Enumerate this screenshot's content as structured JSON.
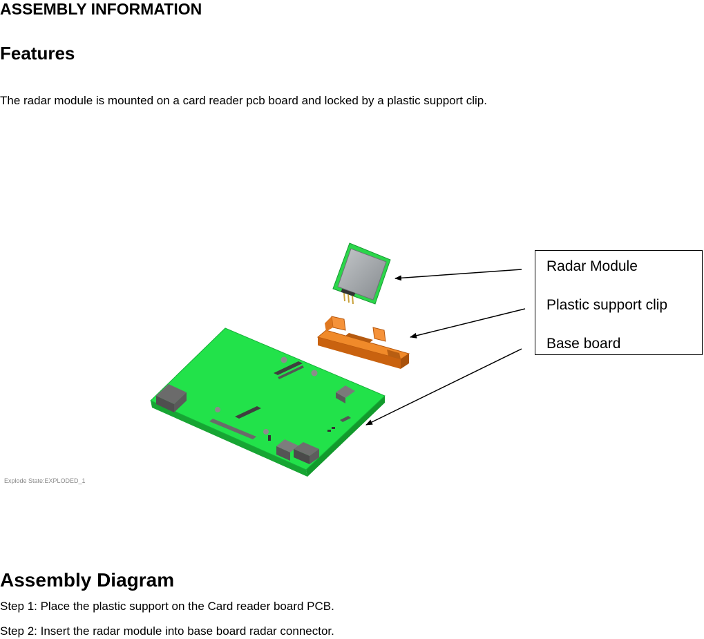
{
  "document": {
    "title": "ASSEMBLY INFORMATION",
    "features_heading": "Features",
    "intro": "The radar module is mounted on a card reader pcb board and locked by a plastic support clip.",
    "figure": {
      "legend": [
        "Radar Module",
        "Plastic support clip",
        "Base board"
      ],
      "explode_state": "Explode State:EXPLODED_1",
      "colors": {
        "pcb": "#21e34a",
        "clip": "#e8781c",
        "radar_face": "#9a9ea2"
      }
    },
    "assembly_heading": "Assembly Diagram",
    "steps": [
      "Step 1: Place the plastic support on the Card reader board PCB.",
      "Step 2: Insert the radar module into base board radar connector."
    ]
  }
}
